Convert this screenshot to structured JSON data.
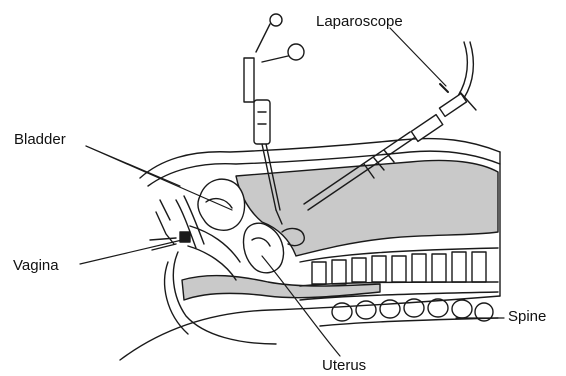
{
  "labels": {
    "laparoscope": "Laparoscope",
    "bladder": "Bladder",
    "vagina": "Vagina",
    "spine": "Spine",
    "uterus": "Uterus"
  },
  "colors": {
    "line": "#1a1a1a",
    "fill_gas": "#c9c9c9",
    "background": "#ffffff"
  }
}
